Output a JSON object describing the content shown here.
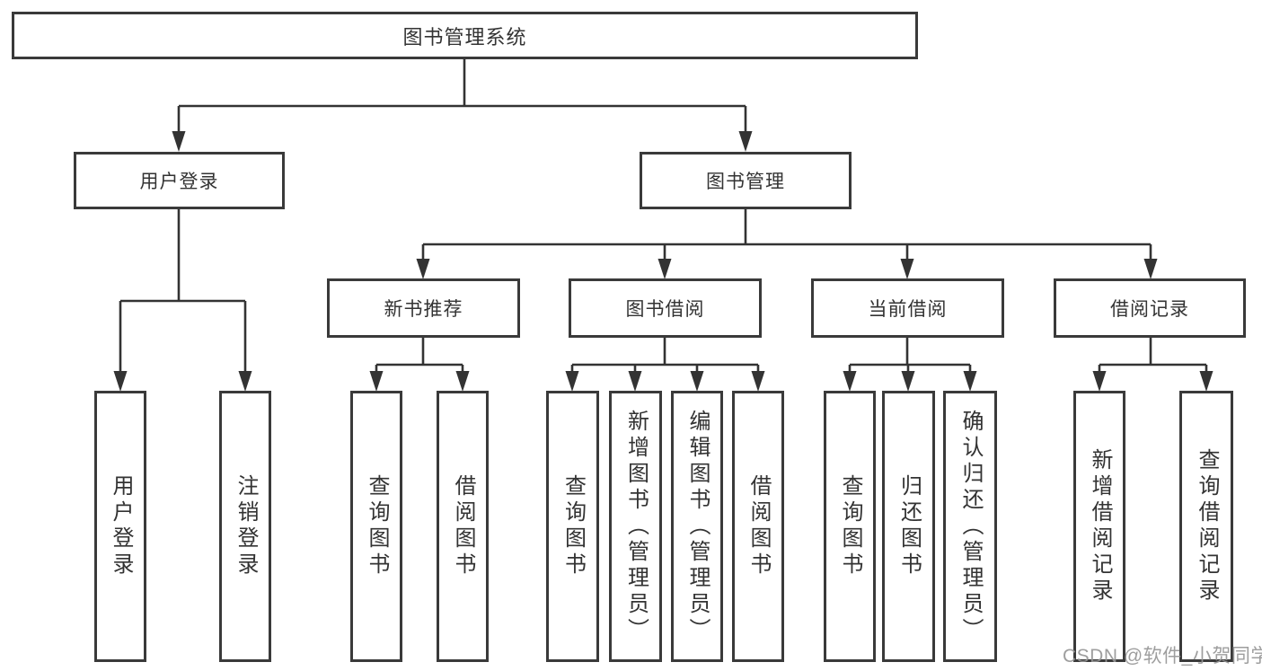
{
  "diagram_title": "图书管理系统",
  "watermark": {
    "text": "CSDN @软件_小贺同学"
  },
  "colors": {
    "background": "#ffffff",
    "box_border": "#3a3a3a",
    "connector_line": "#333333",
    "text": "#333333",
    "watermark": "#969696"
  },
  "tree": {
    "label": "图书管理系统",
    "children": [
      {
        "label": "用户登录",
        "children": [
          {
            "label": "用户登录"
          },
          {
            "label": "注销登录"
          }
        ]
      },
      {
        "label": "图书管理",
        "children": [
          {
            "label": "新书推荐",
            "children": [
              {
                "label": "查询图书"
              },
              {
                "label": "借阅图书"
              }
            ]
          },
          {
            "label": "图书借阅",
            "children": [
              {
                "label": "查询图书"
              },
              {
                "label": "新增图书（管理员）"
              },
              {
                "label": "编辑图书（管理员）"
              },
              {
                "label": "借阅图书"
              }
            ]
          },
          {
            "label": "当前借阅",
            "children": [
              {
                "label": "查询图书"
              },
              {
                "label": "归还图书"
              },
              {
                "label": "确认归还（管理员）"
              }
            ]
          },
          {
            "label": "借阅记录",
            "children": [
              {
                "label": "新增借阅记录"
              },
              {
                "label": "查询借阅记录"
              }
            ]
          }
        ]
      }
    ]
  }
}
